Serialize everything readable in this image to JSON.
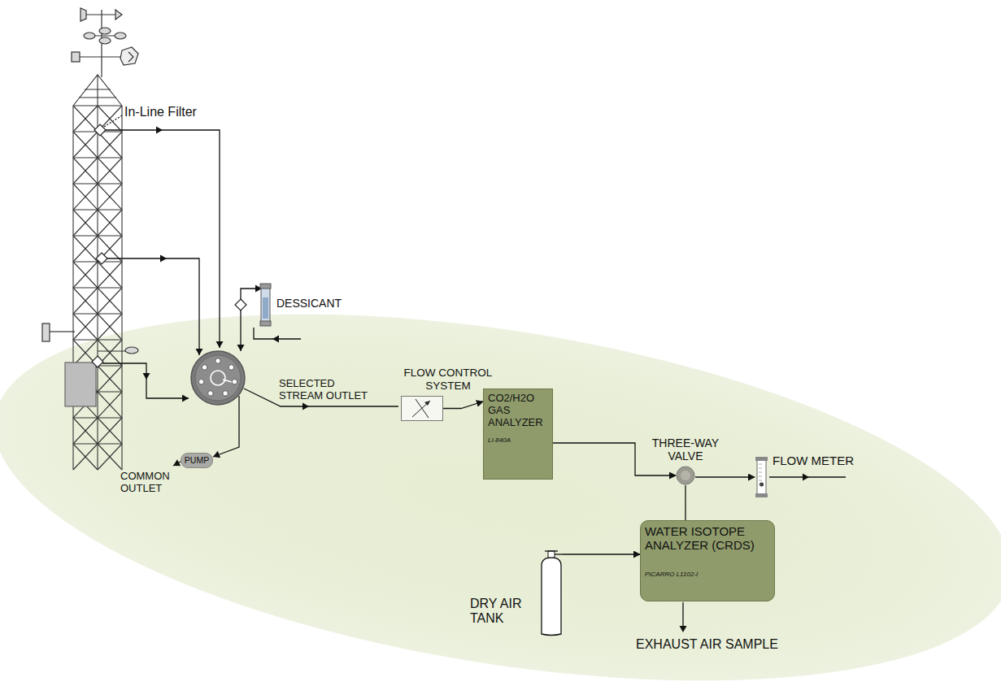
{
  "diagram": {
    "nodes": [
      {
        "text": [
          "DESSICANT"
        ]
      },
      {
        "text": [
          "FLOW CONTROL SYSTEM"
        ]
      },
      {
        "text": [
          "PUMP"
        ]
      },
      {
        "text": [
          "CO2/H2O GAS ANALYZER",
          "LI-840A"
        ]
      },
      {
        "text": [
          "THREE-WAY VALVE"
        ]
      },
      {
        "text": [
          "FLOW METER"
        ]
      },
      {
        "text": [
          "WATER ISOTOPE ANALYZER (CRDS)",
          "PICARRO L1102-I"
        ]
      },
      {
        "text": [
          "DRY AIR TANK"
        ]
      }
    ],
    "edges": [
      {
        "from": 1,
        "to": 3,
        "arrow": "to"
      },
      {
        "from": 3,
        "to": 4,
        "arrow": "to"
      },
      {
        "from": 4,
        "to": 5,
        "arrow": "to"
      },
      {
        "from": 6,
        "to": 4,
        "arrow": "none"
      },
      {
        "from": 7,
        "to": 6,
        "arrow": "to"
      }
    ],
    "labels": [
      "In-Line Filter",
      "SELECTED STREAM OUTLET",
      "COMMON OUTLET",
      "EXHAUST AIR SAMPLE"
    ]
  }
}
